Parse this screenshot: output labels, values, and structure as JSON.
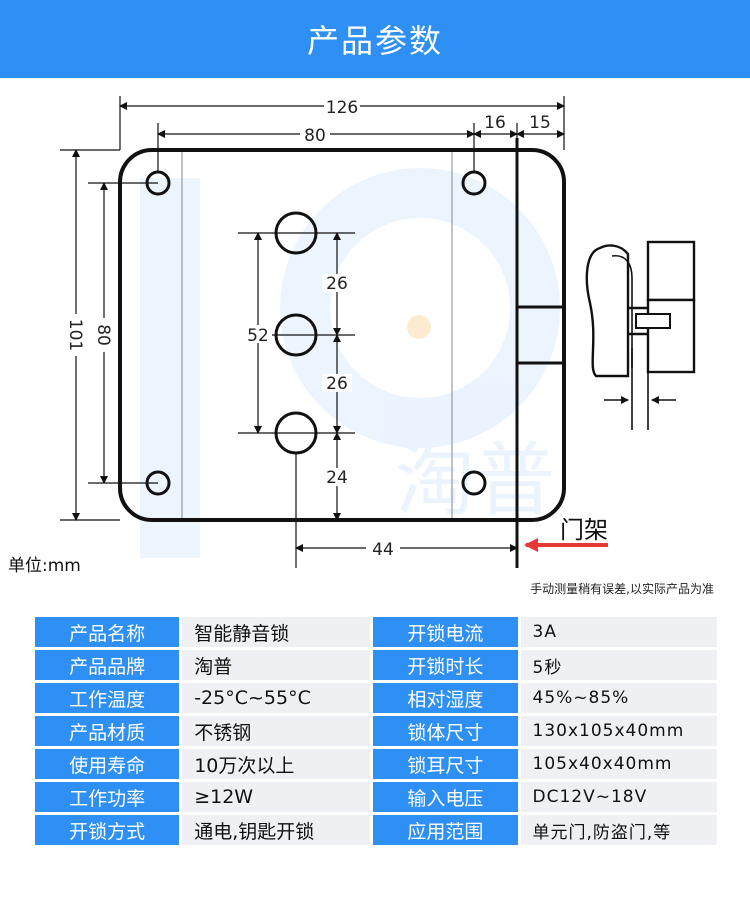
{
  "header": {
    "title": "产品参数"
  },
  "diagram": {
    "dimensions": {
      "total_width": "126",
      "hole_spacing_width": "80",
      "right_offset_a": "16",
      "right_offset_b": "15",
      "total_height": "101",
      "hole_spacing_height": "80",
      "center_span": "52",
      "gap_upper": "26",
      "gap_lower": "26",
      "bottom_offset": "24",
      "bottom_width": "44"
    },
    "unit_label": "单位:mm",
    "frame_label": "门架",
    "note": "手动测量稍有误差,以实际产品为准",
    "watermark_text": "淘普",
    "colors": {
      "accent": "#2e8ff5",
      "line": "#111111",
      "arrow": "#e53935"
    }
  },
  "specs": [
    {
      "k1": "产品名称",
      "v1": "智能静音锁",
      "k2": "开锁电流",
      "v2": "3A"
    },
    {
      "k1": "产品品牌",
      "v1": "淘普",
      "k2": "开锁时长",
      "v2": "5秒"
    },
    {
      "k1": "工作温度",
      "v1": "-25°C~55°C",
      "k2": "相对湿度",
      "v2": "45%~85%"
    },
    {
      "k1": "产品材质",
      "v1": "不锈钢",
      "k2": "锁体尺寸",
      "v2": "130x105x40mm"
    },
    {
      "k1": "使用寿命",
      "v1": "10万次以上",
      "k2": "锁耳尺寸",
      "v2": "105x40x40mm"
    },
    {
      "k1": "工作功率",
      "v1": "≥12W",
      "k2": "输入电压",
      "v2": "DC12V~18V"
    },
    {
      "k1": "开锁方式",
      "v1": "通电,钥匙开锁",
      "k2": "应用范围",
      "v2": "单元门,防盗门,等"
    }
  ]
}
